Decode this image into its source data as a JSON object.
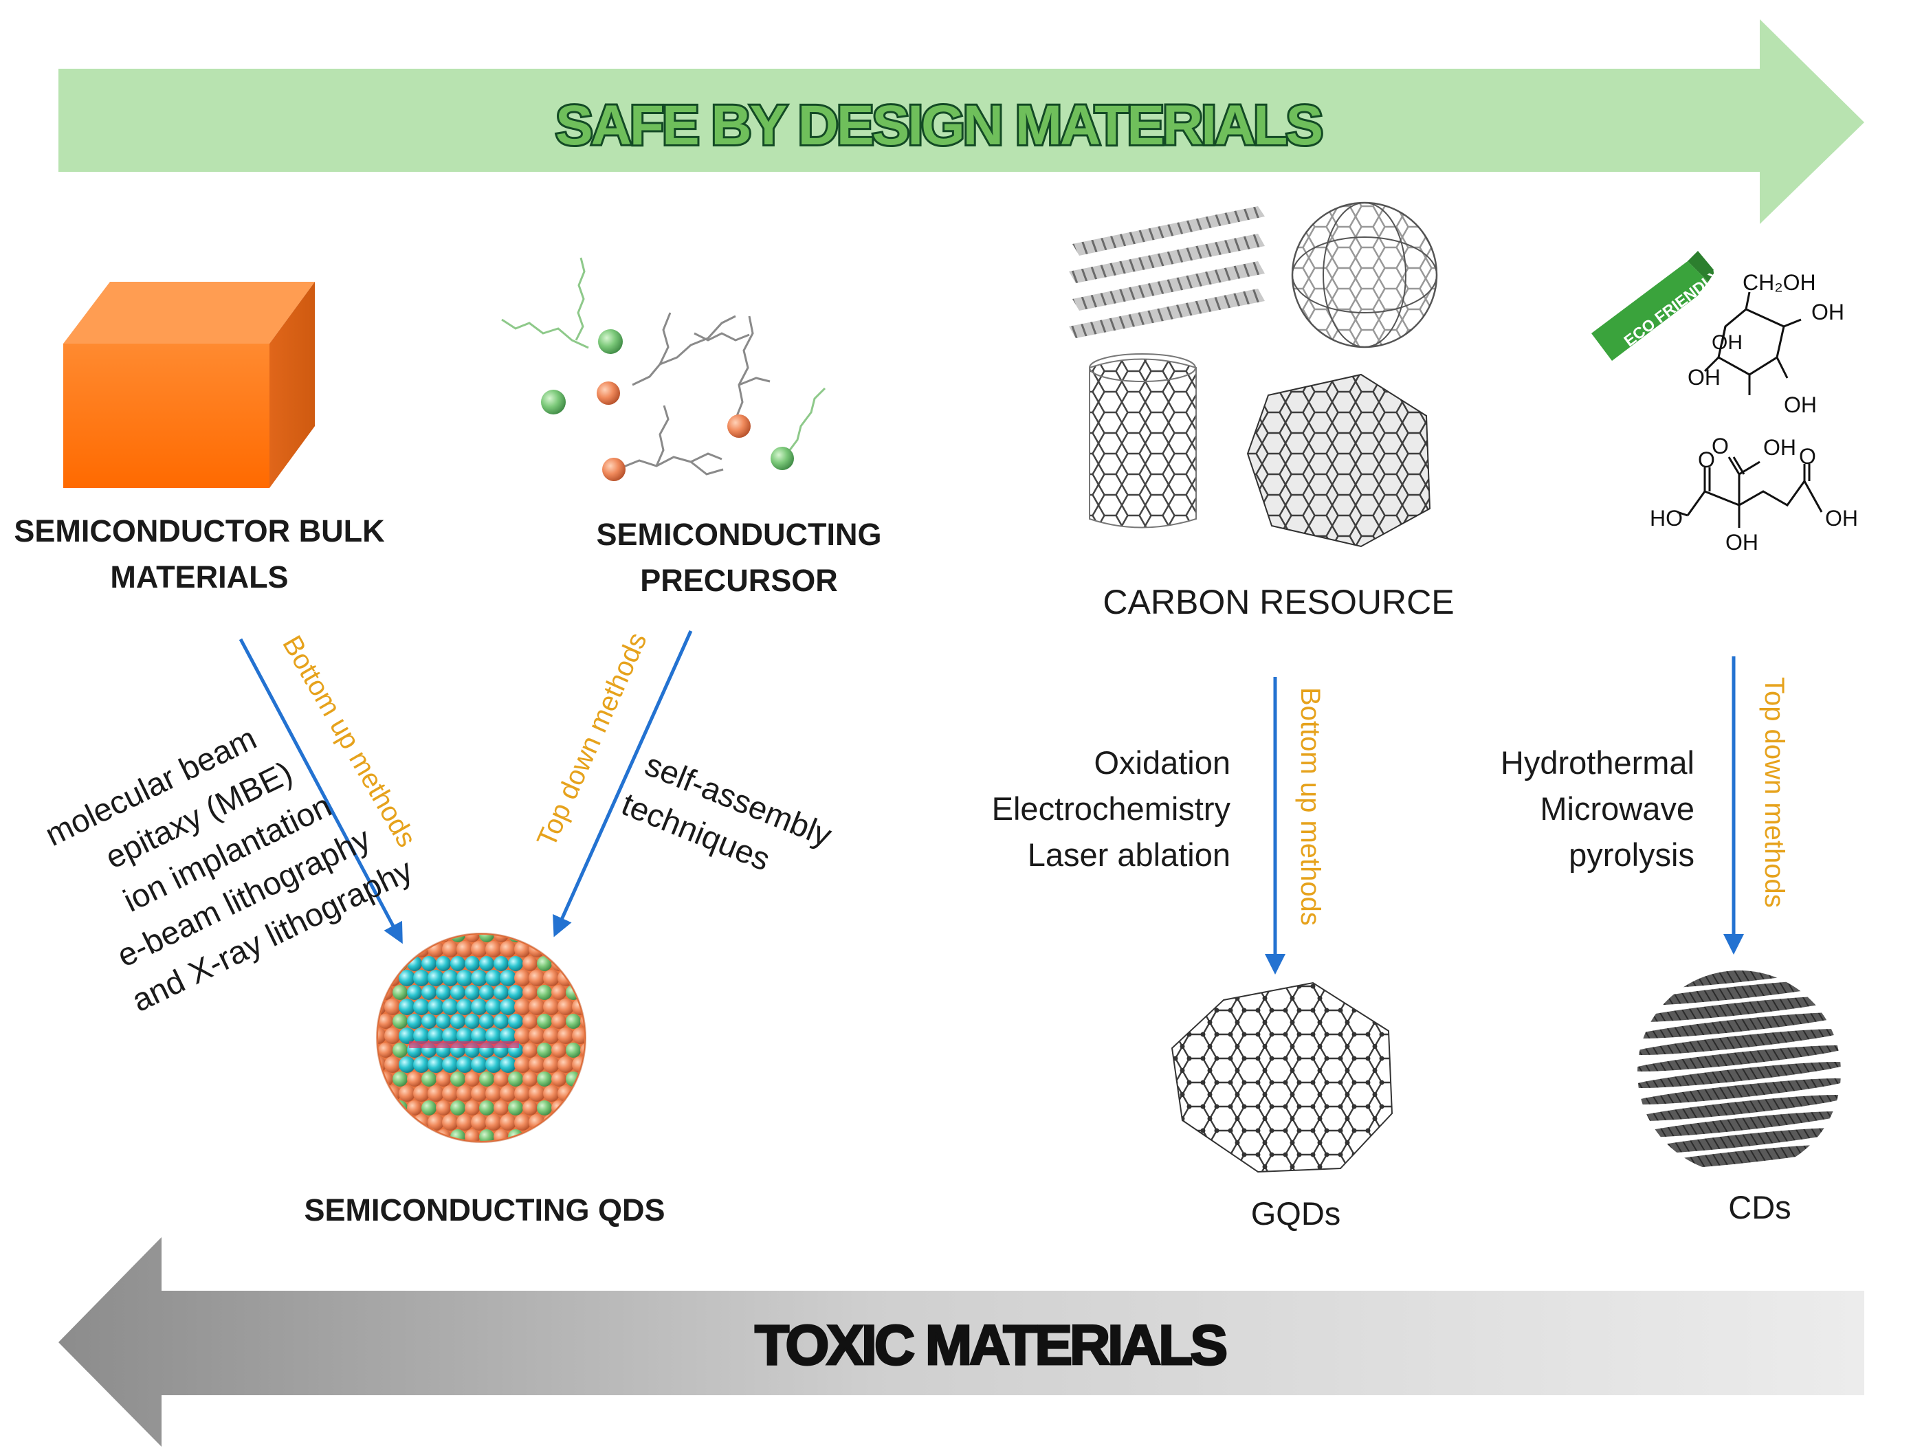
{
  "banner": {
    "safe": "SAFE BY DESIGN MATERIALS",
    "toxic": "TOXIC MATERIALS",
    "safe_color": "#b8e3b0",
    "toxic_color": "#c9c9c9"
  },
  "semiconductor": {
    "bulk_line1": "SEMICONDUCTOR BULK",
    "bulk_line2": "MATERIALS",
    "precursor_line1": "SEMICONDUCTING",
    "precursor_line2": "PRECURSOR",
    "bottom_up_label": "Bottom up methods",
    "top_down_label": "Top down methods",
    "bulk_methods": [
      "molecular beam",
      "epitaxy (MBE)",
      "ion implantation",
      "e-beam lithography",
      "and X-ray lithography"
    ],
    "precursor_methods": [
      "self-assembly",
      "techniques"
    ],
    "product": "SEMICONDUCTING QDS"
  },
  "carbon": {
    "resource": "CARBON RESOURCE",
    "bottom_up_label": "Bottom up methods",
    "top_down_label": "Top down methods",
    "gqd_methods": [
      "Oxidation",
      "Electrochemistry",
      "Laser ablation"
    ],
    "cd_methods": [
      "Hydrothermal",
      "Microwave",
      "pyrolysis"
    ],
    "gqd": "GQDs",
    "cd": "CDs",
    "eco_badge": "ECO FRIENDLY",
    "glucose_labels": [
      "CH₂OH",
      "OH",
      "OH",
      "OH",
      "OH"
    ],
    "citric_labels": [
      "O",
      "OH",
      "O",
      "O",
      "HO",
      "OH",
      "OH"
    ]
  },
  "colors": {
    "arrow_blue": "#2372d1",
    "method_orange": "#e6a21c",
    "cube": "#ff7a1c",
    "eco_green": "#3aa33c"
  }
}
